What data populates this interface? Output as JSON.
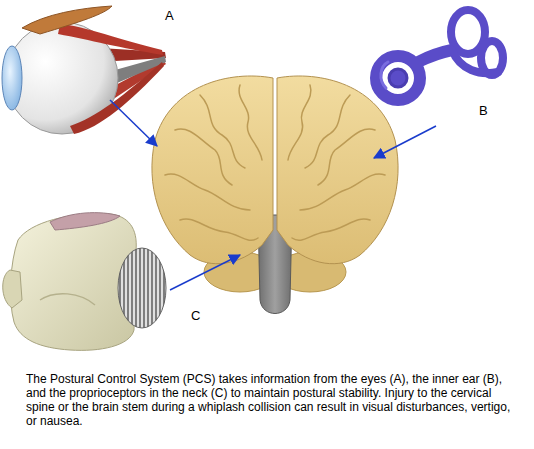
{
  "diagram": {
    "caption": "The Postural Control System (PCS) takes information from the eyes (A), the inner ear (B), and the proprioceptors in the neck (C) to maintain postural stability. Injury to the cervical spine or the brain stem during a whiplash collision can result in visual disturbances, vertigo, or nausea.",
    "labels": [
      "A",
      "B",
      "C"
    ]
  }
}
